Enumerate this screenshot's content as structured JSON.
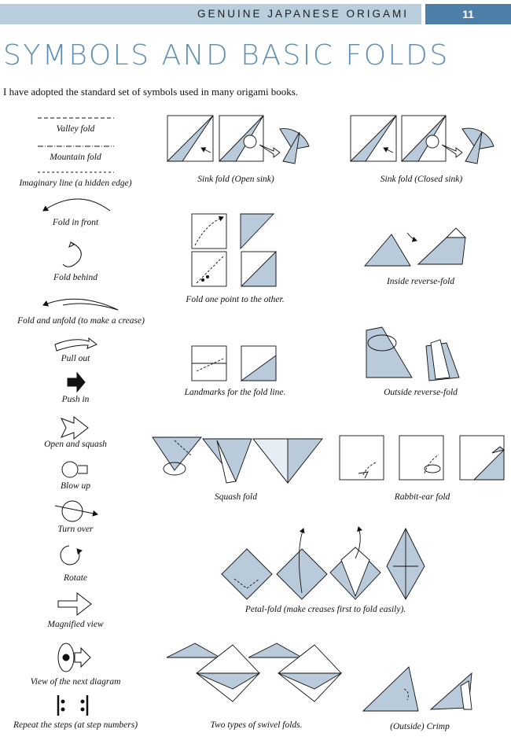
{
  "header": {
    "title": "GENUINE JAPANESE ORIGAMI",
    "page_number": "11"
  },
  "heading": "SYMBOLS AND BASIC FOLDS",
  "intro": "I have adopted the standard set of symbols used in many origami books.",
  "symbols": {
    "valley": "Valley fold",
    "mountain": "Mountain fold",
    "imaginary": "Imaginary line (a hidden edge)",
    "fold_front": "Fold in front",
    "fold_behind": "Fold behind",
    "fold_unfold": "Fold and unfold (to make a crease)",
    "pull_out": "Pull out",
    "push_in": "Push in",
    "open_squash": "Open and squash",
    "blow_up": "Blow up",
    "turn_over": "Turn over",
    "rotate": "Rotate",
    "magnified": "Magnified view",
    "next_view": "View of the next diagram",
    "repeat": "Repeat the steps (at step numbers)"
  },
  "folds": {
    "sink_open": "Sink fold (Open sink)",
    "sink_closed": "Sink fold (Closed sink)",
    "point_to_other": "Fold one point to the other.",
    "inside_reverse": "Inside reverse-fold",
    "landmarks": "Landmarks for the fold line.",
    "outside_reverse": "Outside reverse-fold",
    "squash": "Squash fold",
    "rabbit_ear": "Rabbit-ear fold",
    "petal": "Petal-fold (make creases first to fold easily).",
    "swivel": "Two types of swivel folds.",
    "crimp": "(Outside) Crimp"
  },
  "colors": {
    "header_bar": "#b8cedd",
    "page_badge": "#4d7fa8",
    "title": "#5f8fb7",
    "paper": "#b9cadb"
  }
}
